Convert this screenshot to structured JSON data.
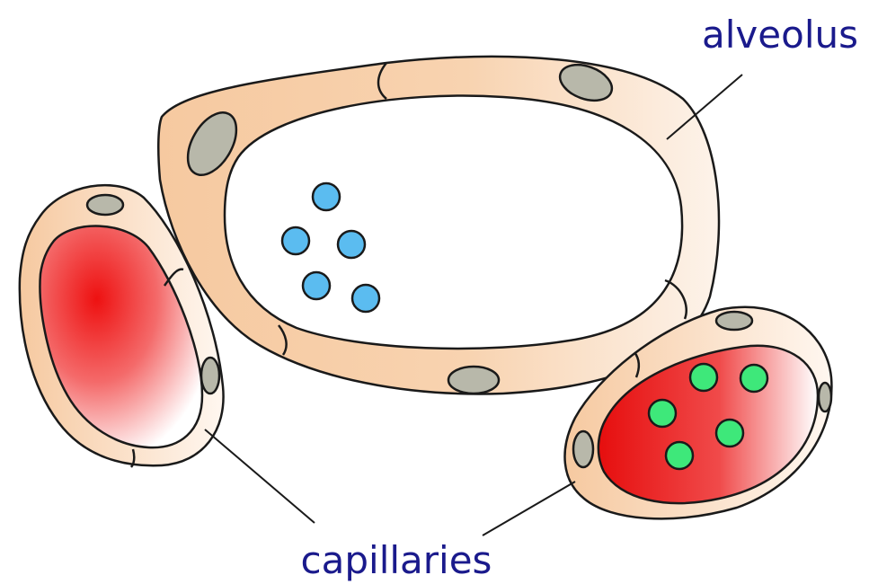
{
  "labels": {
    "alveolus": "alveolus",
    "capillaries": "capillaries"
  },
  "colors": {
    "label_text": "#1a1a8c",
    "wall": "#f6c9a0",
    "wall_light": "#fdeee0",
    "nucleus": "#b8b8aa",
    "blood": "#ee1111",
    "oxygen": "#5bbcf0",
    "carbon_dioxide": "#3ee87a"
  },
  "molecules": {
    "alveolus_count": 5,
    "capillary_count": 5
  }
}
